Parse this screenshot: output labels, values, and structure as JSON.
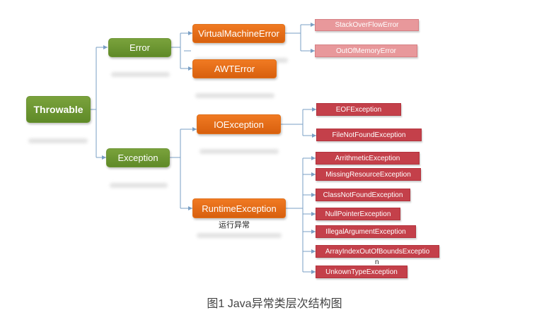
{
  "root": "Throwable",
  "level1": {
    "error": "Error",
    "exception": "Exception"
  },
  "error_children": {
    "vm_error": "VirtualMachineError",
    "awt_error": "AWTError",
    "vm_children": [
      "StackOverFlowError",
      "OutOfMemoryError"
    ]
  },
  "exception_children": {
    "io_exception": "IOException",
    "runtime_exception": "RuntimeException",
    "runtime_note": "运行异常",
    "io_children": [
      "EOFException",
      "FileNotFoundException"
    ],
    "runtime_children": [
      "ArrithmeticException",
      "MissingResourceException",
      "ClassNotFoundException",
      "NullPointerException",
      "IllegalArgumentException",
      "ArrayIndexOutOfBoundsExceptio",
      "UnkownTypeException"
    ],
    "wrap_char": "n"
  },
  "caption": "图1 Java异常类层次结构图",
  "colors": {
    "root_green": "#6b9432",
    "orange": "#e0701a",
    "pink": "#e8989b",
    "red": "#c4404a",
    "connector": "#7a9fc4"
  }
}
